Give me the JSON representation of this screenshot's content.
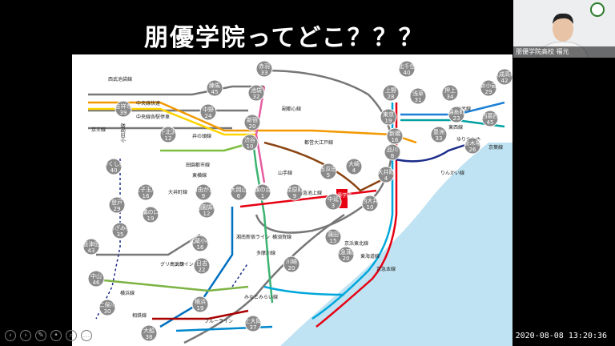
{
  "slide": {
    "title": "朋優学院ってどこ？？？"
  },
  "participant": {
    "name": "朋優学院高校 福元"
  },
  "timestamp": "2020-08-08  13:20:36",
  "toolbar": {
    "buttons": [
      "prev",
      "next",
      "pen",
      "pointer",
      "zoom",
      "more"
    ]
  },
  "map": {
    "stations": [
      {
        "id": "akabane",
        "name": "赤羽",
        "num": "33"
      },
      {
        "id": "kitasenju",
        "name": "北千住",
        "num": "40"
      },
      {
        "id": "nerima",
        "name": "練馬",
        "num": "45"
      },
      {
        "id": "ikebukuro",
        "name": "池袋",
        "num": "32"
      },
      {
        "id": "ueno",
        "name": "上野",
        "num": "28"
      },
      {
        "id": "asakusa",
        "name": "浅草",
        "num": "31"
      },
      {
        "id": "oshiage",
        "name": "押上",
        "num": "34"
      },
      {
        "id": "keiseitakasago",
        "name": "京成高砂",
        "num": "42"
      },
      {
        "id": "kichijoji",
        "name": "吉祥寺",
        "num": "39"
      },
      {
        "id": "nakano",
        "name": "中野",
        "num": "24"
      },
      {
        "id": "shinjuku",
        "name": "新宿",
        "num": "20"
      },
      {
        "id": "kinshicho",
        "name": "錦糸町",
        "num": "23"
      },
      {
        "id": "shinkoiwa",
        "name": "新小岩",
        "num": "29"
      },
      {
        "id": "nishikasai",
        "name": "西葛西",
        "num": "45"
      },
      {
        "id": "shimokitazawa",
        "name": "下北沢",
        "num": "12"
      },
      {
        "id": "tokyo",
        "name": "東京",
        "num": "19"
      },
      {
        "id": "toyosu",
        "name": "豊洲",
        "num": "33"
      },
      {
        "id": "shinkiba",
        "name": "新木場",
        "num": "26"
      },
      {
        "id": "shibuya",
        "name": "渋谷",
        "num": "10"
      },
      {
        "id": "shinbashi",
        "name": "新橋",
        "num": "16"
      },
      {
        "id": "shinagawa",
        "name": "品川",
        "num": "8"
      },
      {
        "id": "gotanda",
        "name": "五反田",
        "num": "5"
      },
      {
        "id": "osaki",
        "name": "大崎",
        "num": "4"
      },
      {
        "id": "oimachi",
        "name": "大井町",
        "num": "4"
      },
      {
        "id": "tsukuno",
        "name": "つくし野",
        "num": "40"
      },
      {
        "id": "futakotamagawa",
        "name": "二子玉川",
        "num": "16"
      },
      {
        "id": "jiyugaoka",
        "name": "自由が丘",
        "num": "9"
      },
      {
        "id": "ookayama",
        "name": "大岡山",
        "num": "6"
      },
      {
        "id": "hatanodai",
        "name": "旗の台",
        "num": "1"
      },
      {
        "id": "ebaramachi",
        "name": "荏原町",
        "num": "9"
      },
      {
        "id": "nishioi",
        "name": "西大井",
        "num": "10"
      },
      {
        "id": "nakanobu",
        "name": "中延",
        "num": "3"
      },
      {
        "id": "tama",
        "name": "登戸",
        "num": "29"
      },
      {
        "id": "mizonokuchi",
        "name": "溝の口",
        "num": "19"
      },
      {
        "id": "denenchofu",
        "name": "田園調布",
        "num": "12"
      },
      {
        "id": "azamino",
        "name": "あざみ野",
        "num": "35"
      },
      {
        "id": "nagatsuta",
        "name": "長津田",
        "num": "43"
      },
      {
        "id": "musashikosugi",
        "name": "武蔵小杉",
        "num": "16"
      },
      {
        "id": "kamata",
        "name": "蒲田",
        "num": "15"
      },
      {
        "id": "keikyukamata",
        "name": "京急蒲田",
        "num": "20"
      },
      {
        "id": "hiyoshi",
        "name": "日吉",
        "num": "22"
      },
      {
        "id": "kawasaki",
        "name": "川崎",
        "num": "20"
      },
      {
        "id": "nakayama",
        "name": "中山",
        "num": "46"
      },
      {
        "id": "futamatagawa",
        "name": "二俣川",
        "num": "30"
      },
      {
        "id": "yokohama",
        "name": "横浜",
        "num": "19"
      },
      {
        "id": "kamiooka",
        "name": "上大岡",
        "num": "37"
      },
      {
        "id": "ofuna",
        "name": "大船",
        "num": "38"
      }
    ],
    "school": "朋優学院",
    "line_labels": [
      "西武池袋線",
      "中央線快速",
      "中央線各駅停車",
      "京王線",
      "小田急線",
      "井の頭線",
      "田園都市線",
      "東横線",
      "大井町線",
      "目黒線",
      "横須賀線",
      "多摩川線",
      "南武線",
      "グリーンライン",
      "横浜線",
      "相鉄線",
      "ブルーライン",
      "みなとみらい線",
      "京浜東北線",
      "東海道線",
      "京急本線",
      "ゆりかもめ",
      "りんかい線",
      "京葉線",
      "東西線",
      "総武線",
      "都営大江戸線",
      "副都心線",
      "山手線",
      "湘南新宿ライン",
      "東急池上線"
    ]
  }
}
